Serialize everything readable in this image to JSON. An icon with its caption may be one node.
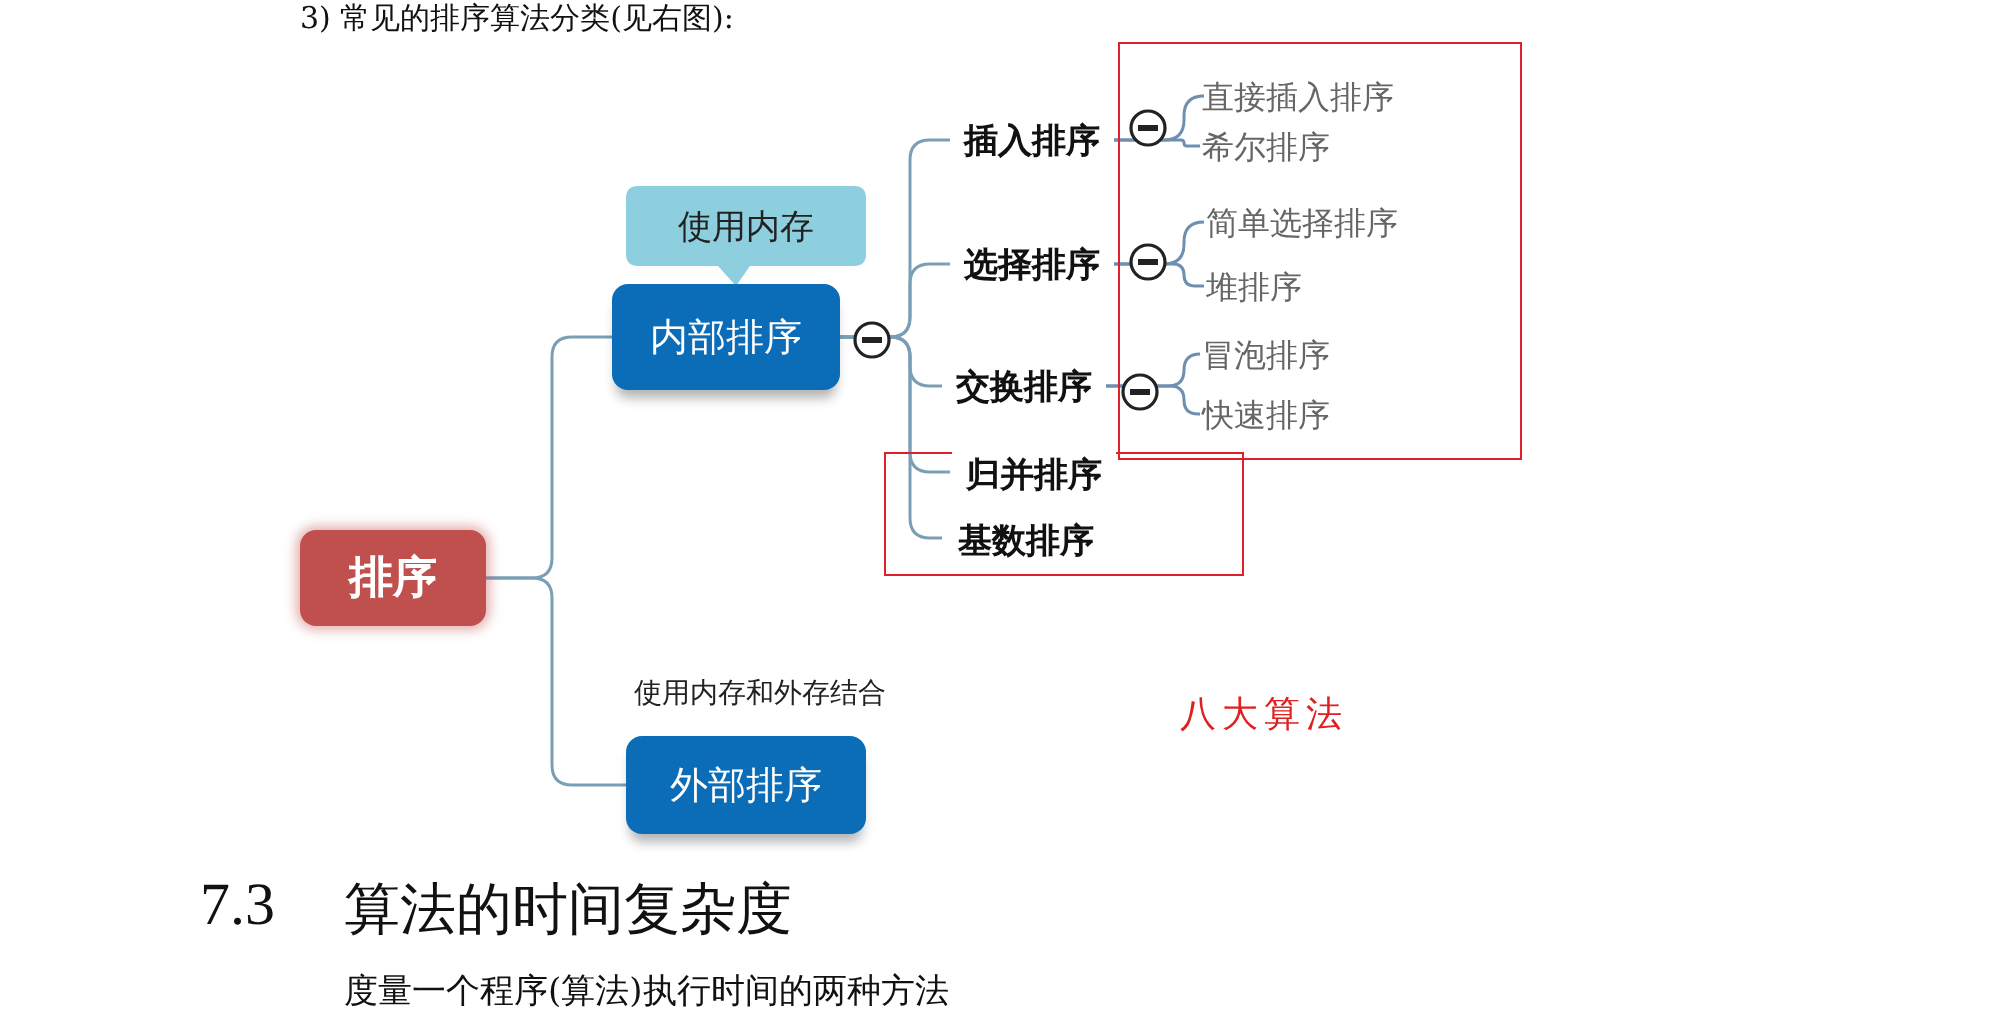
{
  "diagram": {
    "nodes": [
      {
        "text": [
          "排序"
        ]
      },
      {
        "text": [
          "使用内存"
        ]
      },
      {
        "text": [
          "内部排序"
        ]
      },
      {
        "text": [
          "插入排序"
        ]
      },
      {
        "text": [
          "选择排序"
        ]
      },
      {
        "text": [
          "交换排序"
        ]
      },
      {
        "text": [],
        "shape": "box"
      },
      {
        "text": [
          "归并排序"
        ],
        "in": 6
      },
      {
        "text": [
          "基数排序"
        ],
        "in": 6
      },
      {
        "text": [],
        "shape": "box"
      },
      {
        "text": [
          "直接插入排序"
        ],
        "in": 9
      },
      {
        "text": [
          "希尔排序"
        ],
        "in": 9
      },
      {
        "text": [
          "简单选择排序"
        ],
        "in": 9
      },
      {
        "text": [
          "堆排序"
        ],
        "in": 9
      },
      {
        "text": [
          "冒泡排序"
        ],
        "in": 9
      },
      {
        "text": [
          "快速排序"
        ],
        "in": 9
      },
      {
        "text": [
          "外部排序"
        ],
        "beside": [
          "使用内存和外存结合"
        ]
      }
    ],
    "edges": [
      {
        "from": 0,
        "to": 2,
        "arrow": "none"
      },
      {
        "from": 0,
        "to": 16,
        "arrow": "none"
      },
      {
        "from": 2,
        "to": 3,
        "arrow": "none"
      },
      {
        "from": 2,
        "to": 4,
        "arrow": "none"
      },
      {
        "from": 2,
        "to": 5,
        "arrow": "none"
      },
      {
        "from": 2,
        "to": 7,
        "arrow": "none"
      },
      {
        "from": 2,
        "to": 8,
        "arrow": "none"
      },
      {
        "from": 3,
        "to": 10,
        "arrow": "none"
      },
      {
        "from": 3,
        "to": 11,
        "arrow": "none"
      },
      {
        "from": 4,
        "to": 12,
        "arrow": "none"
      },
      {
        "from": 4,
        "to": 13,
        "arrow": "none"
      },
      {
        "from": 5,
        "to": 14,
        "arrow": "none"
      },
      {
        "from": 5,
        "to": 15,
        "arrow": "none"
      }
    ],
    "labels": [
      "3) 常见的排序算法分类(见右图):",
      "八大算法",
      "7.3",
      "算法的时间复杂度",
      "度量一个程序(算法)执行时间的两种方法"
    ]
  }
}
